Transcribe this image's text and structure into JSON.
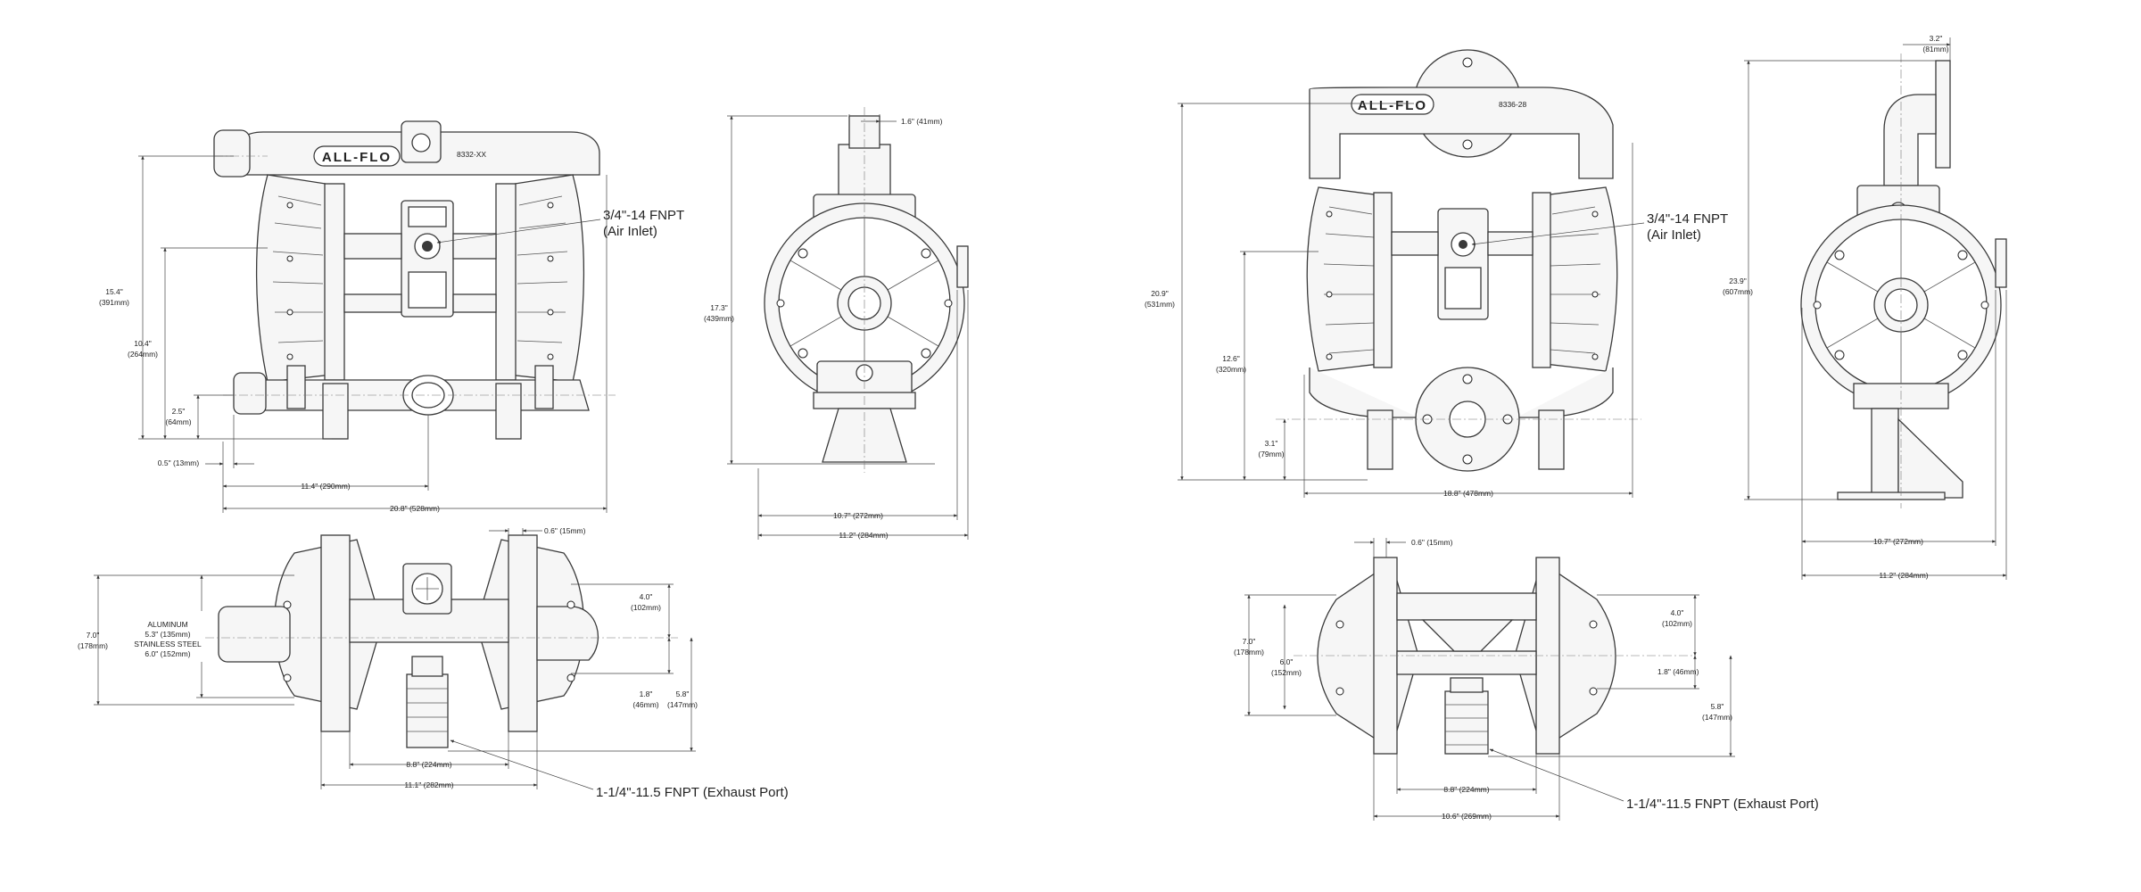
{
  "views": {
    "aluminum": {
      "front": {
        "model_tag": "8332-XX",
        "callout_air_inlet": "3/4\"-14 FNPT",
        "callout_air_inlet_sub": "(Air Inlet)",
        "dims": {
          "overall_height_a": "15.4\"",
          "overall_height_b": "(391mm)",
          "inlet_height_a": "10.4\"",
          "inlet_height_b": "(264mm)",
          "base_height_a": "2.5\"",
          "base_height_b": "(64mm)",
          "offset": "0.5\" (13mm)",
          "half_width": "11.4\" (290mm)",
          "overall_width": "20.8\" (528mm)"
        }
      },
      "side": {
        "dims": {
          "top_offset": "1.6\" (41mm)",
          "height_a": "17.3\"",
          "height_b": "(439mm)",
          "base_width": "10.7\" (272mm)",
          "overall_width": "11.2\" (284mm)"
        }
      },
      "top": {
        "material_label_1": "ALUMINUM",
        "material_label_2": "5.3\" (135mm)",
        "material_label_3": "STAINLESS STEEL",
        "material_label_4": "6.0\" (152mm)",
        "callout_exhaust": "1-1/4\"-11.5 FNPT (Exhaust Port)",
        "dims": {
          "top_offset": "0.6\" (15mm)",
          "depth_a": "7.0\"",
          "depth_b": "(178mm)",
          "upper_a": "4.0\"",
          "upper_b": "(102mm)",
          "mid_a": "1.8\"",
          "mid_b": "(46mm)",
          "lower_a": "5.8\"",
          "lower_b": "(147mm)",
          "inner_width": "8.8\" (224mm)",
          "overall_width": "11.1\" (282mm)"
        }
      }
    },
    "stainless": {
      "front": {
        "model_tag": "8336-28",
        "callout_air_inlet": "3/4\"-14 FNPT",
        "callout_air_inlet_sub": "(Air Inlet)",
        "dims": {
          "overall_height_a": "20.9\"",
          "overall_height_b": "(531mm)",
          "inlet_height_a": "12.6\"",
          "inlet_height_b": "(320mm)",
          "base_height_a": "3.1\"",
          "base_height_b": "(79mm)",
          "overall_width": "18.8\" (478mm)"
        }
      },
      "side": {
        "dims": {
          "top_offset_a": "3.2\"",
          "top_offset_b": "(81mm)",
          "height_a": "23.9\"",
          "height_b": "(607mm)",
          "base_width": "10.7\" (272mm)",
          "overall_width": "11.2\" (284mm)"
        }
      },
      "top": {
        "callout_exhaust": "1-1/4\"-11.5 FNPT (Exhaust Port)",
        "dims": {
          "top_offset": "0.6\" (15mm)",
          "depth_a": "7.0\"",
          "depth_b": "(178mm)",
          "inner_a": "6.0\"",
          "inner_b": "(152mm)",
          "upper_a": "4.0\"",
          "upper_b": "(102mm)",
          "mid": "1.8\" (46mm)",
          "lower_a": "5.8\"",
          "lower_b": "(147mm)",
          "inner_width": "8.8\" (224mm)",
          "overall_width": "10.6\" (269mm)"
        }
      }
    }
  },
  "brand_logo_text": "ALL-FLO"
}
